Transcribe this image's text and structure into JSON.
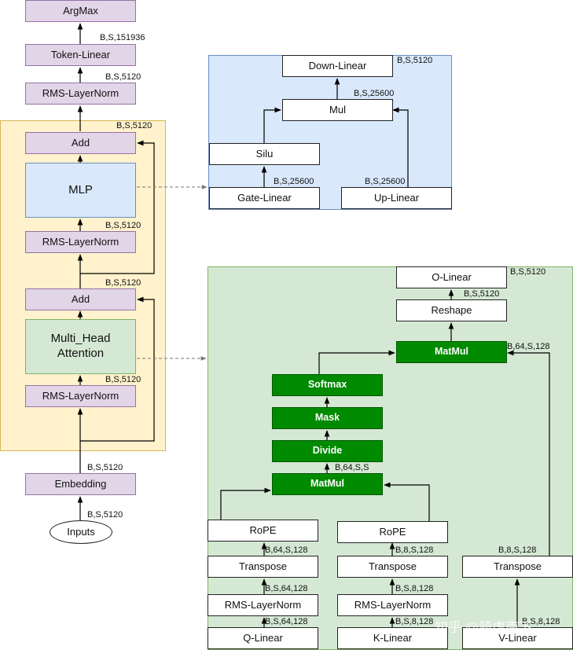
{
  "nodes": {
    "argmax": "ArgMax",
    "token_linear": "Token-Linear",
    "rms_top": "RMS-LayerNorm",
    "add_top": "Add",
    "mlp": "MLP",
    "rms_mid": "RMS-LayerNorm",
    "add_bottom": "Add",
    "mha_line1": "Multi_Head",
    "mha_line2": "Attention",
    "rms_bottom": "RMS-LayerNorm",
    "embedding": "Embedding",
    "inputs": "Inputs"
  },
  "mlp_detail": {
    "down_linear": "Down-Linear",
    "mul": "Mul",
    "silu": "Silu",
    "gate_linear": "Gate-Linear",
    "up_linear": "Up-Linear"
  },
  "attention_detail": {
    "o_linear": "O-Linear",
    "reshape": "Reshape",
    "matmul_top": "MatMul",
    "softmax": "Softmax",
    "mask": "Mask",
    "divide": "Divide",
    "matmul_bottom": "MatMul",
    "rope_q": "RoPE",
    "rope_k": "RoPE",
    "transpose_q": "Transpose",
    "transpose_k": "Transpose",
    "transpose_v": "Transpose",
    "rms_q": "RMS-LayerNorm",
    "rms_k": "RMS-LayerNorm",
    "q_linear": "Q-Linear",
    "k_linear": "K-Linear",
    "v_linear": "V-Linear"
  },
  "shapes": {
    "after_token_linear": "B,S,151936",
    "after_rms_top": "B,S,5120",
    "after_add_top": "B,S,5120",
    "after_rms_mid": "B,S,5120",
    "after_add_bottom": "B,S,5120",
    "after_rms_bottom": "B,S,5120",
    "after_embedding": "B,S,5120",
    "inputs": "B,S,5120",
    "down_linear": "B,S,5120",
    "mul": "B,S,25600",
    "gate_linear": "B,S,25600",
    "up_linear": "B,S,25600",
    "o_linear": "B,S,5120",
    "reshape": "B,S,5120",
    "matmul_v": "B,64,S,128",
    "matmul_bottom": "B,64,S,S",
    "rope_q": "B,64,S,128",
    "rope_k": "B,8,S,128",
    "transpose_v": "B,8,S,128",
    "rms_q": "B,S,64,128",
    "rms_k": "B,S,8,128",
    "q_linear": "B,S,64,128",
    "k_linear": "B,S,8,128",
    "v_linear": "B,S,8,128"
  },
  "watermark": "知乎 @骑虎南下",
  "colors": {
    "purple_fill": "#e1d5e7",
    "yellow_panel": "#fff2cc",
    "blue_panel": "#dae8fc",
    "green_panel": "#d5e8d4",
    "dark_green": "#008a00"
  }
}
